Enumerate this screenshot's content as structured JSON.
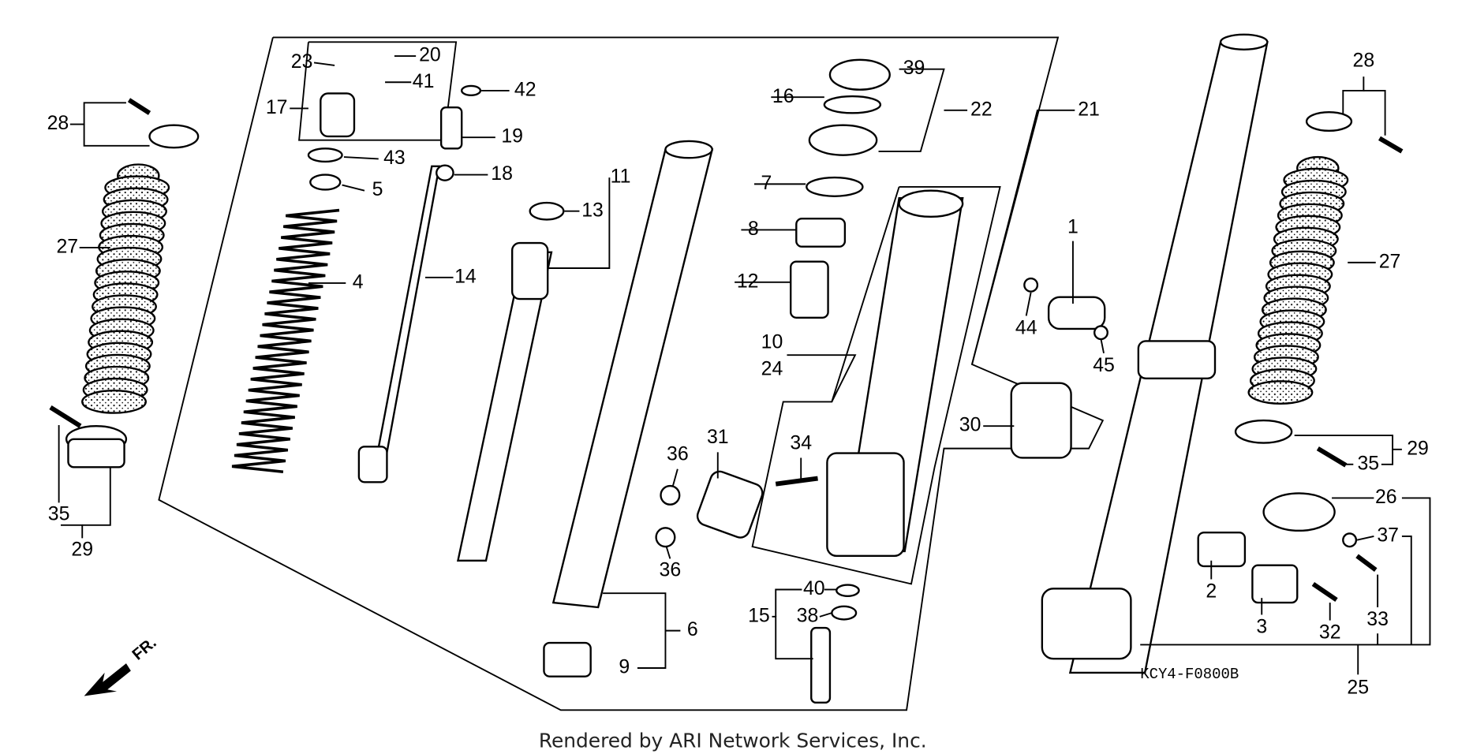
{
  "diagram": {
    "diagram_code": "KCY4-F0800B",
    "footer": "Rendered by ARI Network Services, Inc.",
    "front_arrow_label": "FR.",
    "colors": {
      "line": "#000000",
      "background": "#ffffff"
    },
    "callouts": [
      "23",
      "20",
      "41",
      "17",
      "42",
      "28",
      "43",
      "19",
      "18",
      "5",
      "11",
      "13",
      "4",
      "14",
      "27",
      "39",
      "16",
      "22",
      "21",
      "7",
      "8",
      "12",
      "10",
      "24",
      "1",
      "44",
      "45",
      "28",
      "27",
      "30",
      "31",
      "36",
      "34",
      "36",
      "29",
      "35",
      "29",
      "35",
      "26",
      "37",
      "2",
      "3",
      "32",
      "33",
      "25",
      "6",
      "9",
      "40",
      "15",
      "38"
    ]
  }
}
